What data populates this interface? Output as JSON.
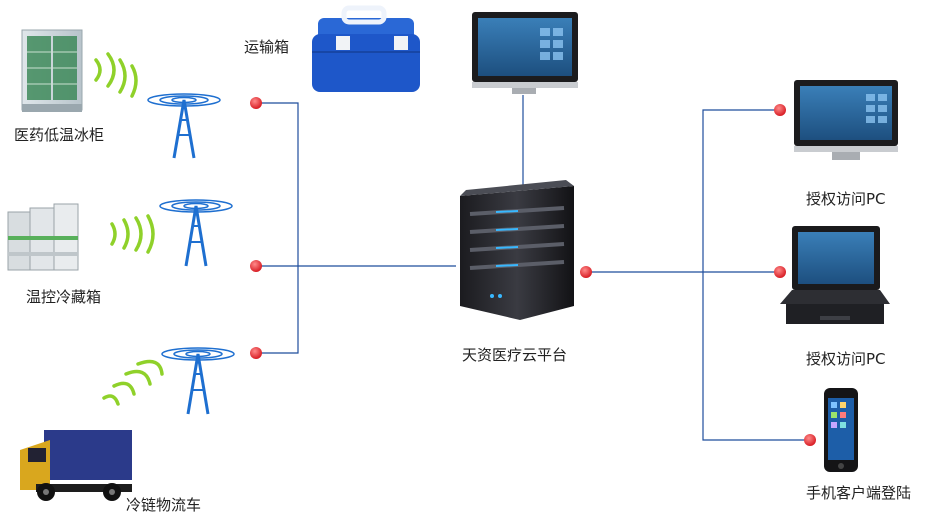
{
  "platform": {
    "label": "天资医疗云平台"
  },
  "devices": {
    "freezer": {
      "label": "医药低温冰柜"
    },
    "cooler_box": {
      "label": "运输箱"
    },
    "cold_storage": {
      "label": "温控冷藏箱"
    },
    "truck": {
      "label": "冷链物流车"
    }
  },
  "clients": {
    "pc1": {
      "label": "授权访问PC"
    },
    "pc2": {
      "label": "授权访问PC"
    },
    "mobile": {
      "label": "手机客户端登陆"
    }
  },
  "colors": {
    "line": "#1f4e9c",
    "node": "#e0202a",
    "tower": "#1e6fd0",
    "signal": "#8fd12a",
    "cooler": "#1e57c9",
    "truck": "#2b3a8a"
  }
}
